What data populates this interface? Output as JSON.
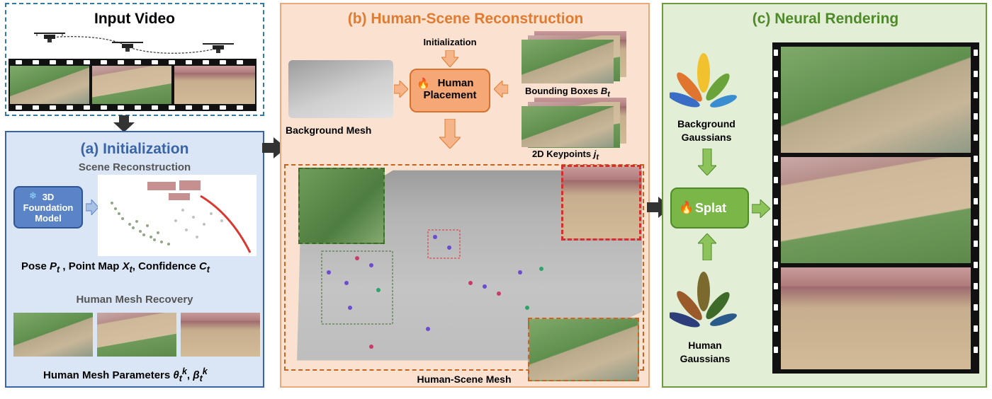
{
  "input_video": {
    "title": "Input Video"
  },
  "init": {
    "title": "(a) Initialization",
    "scene_recon": "Scene Reconstruction",
    "foundation_model": "3D Foundation Model",
    "foundation_l1": "3D",
    "foundation_l2": "Foundation",
    "foundation_l3": "Model",
    "pose_label": "Pose P_t , Point Map X_t, Confidence C_t",
    "pose_a": "Pose ",
    "pose_b": "P",
    "pose_c": "t",
    "pose_d": " , Point Map ",
    "pose_e": "X",
    "pose_f": "t",
    "pose_g": ", Confidence ",
    "pose_h": "C",
    "pose_i": "t",
    "hmr": "Human Mesh Recovery",
    "hmp_a": "Human Mesh Parameters ",
    "theta": "θ",
    "beta": "β",
    "sub_t": "t",
    "sup_k": "k"
  },
  "recon": {
    "title": "(b) Human-Scene Reconstruction",
    "initialization": "Initialization",
    "placement_l1": "Human",
    "placement_l2": "Placement",
    "bg_mesh": "Background Mesh",
    "bbox_a": "Bounding Boxes ",
    "bbox_b": "B",
    "bbox_c": "t",
    "kp_a": "2D Keypoints ",
    "kp_b": "j",
    "kp_c": "t",
    "hs_mesh": "Human-Scene Mesh"
  },
  "render": {
    "title": "(c) Neural Rendering",
    "bg_gauss_l1": "Background",
    "bg_gauss_l2": "Gaussians",
    "splat": "Splat",
    "human_gauss_l1": "Human",
    "human_gauss_l2": "Gaussians"
  },
  "colors": {
    "blue": "#3a64a8",
    "orange": "#e07b2f",
    "green": "#4e8a2a"
  }
}
